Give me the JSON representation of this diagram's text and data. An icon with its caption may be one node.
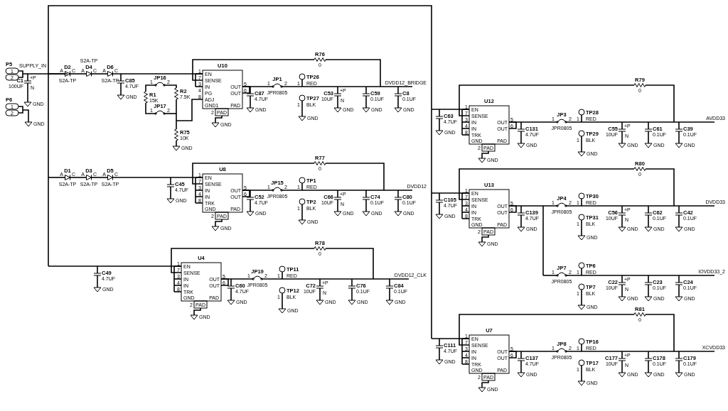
{
  "diagram": {
    "labels": [
      "1",
      "2",
      "P5",
      "SUPPLY_IN",
      "1",
      "2",
      "P6",
      "GND",
      "C1",
      "100UF",
      "+P",
      "N",
      "GND",
      "D2",
      "A",
      "C",
      "S2A-TP",
      "D4",
      "A",
      "C",
      "S2A-TP",
      "D6",
      "A",
      "C",
      "S2A-TP",
      "C85",
      "4.7UF",
      "GND",
      "JP16",
      "1",
      "2",
      "R1",
      "15K",
      "JP17",
      "1",
      "2",
      "R2",
      "7.5K",
      "R75",
      "10K",
      "GND",
      "U10",
      "1",
      "EN",
      "7",
      "SENSE",
      "3",
      "IN",
      "4",
      "PG",
      "8",
      "ADJ",
      "5",
      "OUT",
      "6",
      "OUT",
      "GND1",
      "PAD",
      "2",
      "PAD",
      "GND",
      "R76",
      "0",
      "C87",
      "4.7UF",
      "GND",
      "JP1",
      "1",
      "2",
      "JPR0805",
      "TP26",
      "1",
      "RED",
      "TP27",
      "1",
      "BLK",
      "GND",
      "C53",
      "10UF",
      "+P",
      "N",
      "GND",
      "C59",
      "0.1UF",
      "GND",
      "C8",
      "0.1UF",
      "GND",
      "DVDD12_BRIDGE",
      "D1",
      "A",
      "C",
      "S2A-TP",
      "D3",
      "A",
      "C",
      "S2A-TP",
      "D5",
      "A",
      "C",
      "S2A-TP",
      "U8",
      "1",
      "EN",
      "7",
      "SENSE",
      "3",
      "IN",
      "4",
      "IN",
      "8",
      "TRK",
      "5",
      "OUT",
      "6",
      "OUT",
      "GND",
      "PAD",
      "2",
      "PAD",
      "GND",
      "R77",
      "0",
      "C45",
      "4.7UF",
      "GND",
      "C52",
      "4.7UF",
      "GND",
      "JP15",
      "1",
      "2",
      "JPR0805",
      "TP1",
      "1",
      "RED",
      "TP2",
      "1",
      "BLK",
      "GND",
      "C66",
      "10UF",
      "+P",
      "N",
      "GND",
      "C74",
      "0.1UF",
      "GND",
      "C80",
      "0.1UF",
      "GND",
      "DVDD12",
      "U4",
      "1",
      "EN",
      "7",
      "SENSE",
      "3",
      "IN",
      "4",
      "IN",
      "8",
      "TRK",
      "5",
      "OUT",
      "6",
      "OUT",
      "GND",
      "PAD",
      "2",
      "PAD",
      "GND",
      "R78",
      "0",
      "C49",
      "4.7UF",
      "GND",
      "C60",
      "4.7UF",
      "GND",
      "JP19",
      "1",
      "2",
      "JPR0805",
      "TP11",
      "1",
      "RED",
      "TP12",
      "1",
      "BLK",
      "GND",
      "C72",
      "10UF",
      "+P",
      "N",
      "GND",
      "C76",
      "0.1UF",
      "GND",
      "C84",
      "0.1UF",
      "GND",
      "DVDD12_CLK",
      "U12",
      "1",
      "EN",
      "7",
      "SENSE",
      "3",
      "IN",
      "4",
      "IN",
      "8",
      "TRK",
      "5",
      "OUT",
      "6",
      "OUT",
      "GND",
      "PAD",
      "2",
      "PAD",
      "GND",
      "R79",
      "0",
      "C63",
      "4.7UF",
      "GND",
      "C131",
      "4.7UF",
      "GND",
      "JP3",
      "1",
      "2",
      "JPR0805",
      "TP28",
      "1",
      "RED",
      "TP29",
      "1",
      "BLK",
      "GND",
      "C55",
      "10UF",
      "+P",
      "N",
      "GND",
      "C61",
      "0.1UF",
      "GND",
      "C39",
      "0.1UF",
      "GND",
      "AVDD33",
      "U13",
      "1",
      "EN",
      "7",
      "SENSE",
      "3",
      "IN",
      "4",
      "IN",
      "8",
      "TRK",
      "5",
      "OUT",
      "6",
      "OUT",
      "GND",
      "PAD",
      "2",
      "PAD",
      "GND",
      "R80",
      "0",
      "C105",
      "4.7UF",
      "GND",
      "C139",
      "4.7UF",
      "GND",
      "JP4",
      "1",
      "2",
      "JPR0805",
      "TP30",
      "1",
      "RED",
      "TP31",
      "1",
      "BLK",
      "GND",
      "C56",
      "10UF",
      "+P",
      "N",
      "GND",
      "C62",
      "0.1UF",
      "GND",
      "C42",
      "0.1UF",
      "GND",
      "DVDD33",
      "JP7",
      "1",
      "2",
      "JPR0805",
      "TP6",
      "1",
      "RED",
      "TP7",
      "1",
      "BLK",
      "GND",
      "C22",
      "10UF",
      "+P",
      "N",
      "GND",
      "C23",
      "0.1UF",
      "GND",
      "C24",
      "0.1UF",
      "GND",
      "IOVDD33_2",
      "U7",
      "1",
      "EN",
      "7",
      "SENSE",
      "3",
      "IN",
      "4",
      "IN",
      "8",
      "TRK",
      "5",
      "OUT",
      "6",
      "OUT",
      "GND",
      "PAD",
      "2",
      "PAD",
      "GND",
      "R81",
      "0",
      "C111",
      "4.7UF",
      "GND",
      "C137",
      "4.7UF",
      "GND",
      "JP8",
      "1",
      "2",
      "JPR0805",
      "TP16",
      "1",
      "RED",
      "TP17",
      "1",
      "BLK",
      "GND",
      "C177",
      "10UF",
      "+P",
      "N",
      "GND",
      "C178",
      "0.1UF",
      "GND",
      "C179",
      "0.1UF",
      "GND",
      "XCVDD33"
    ]
  }
}
